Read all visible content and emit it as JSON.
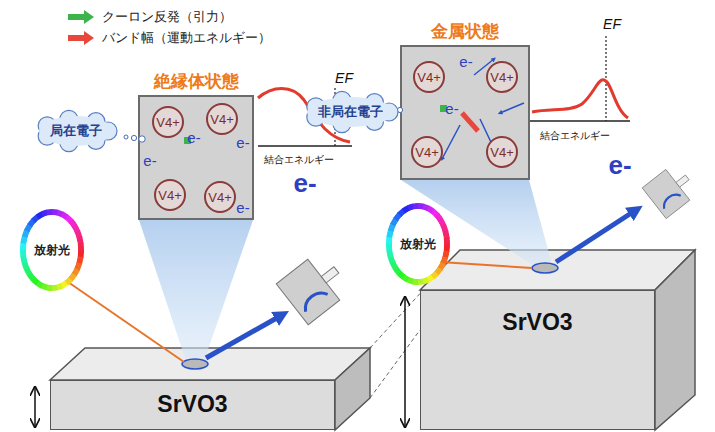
{
  "diagram": {
    "nodes": [
      {
        "text": [
          "絶縁体状態"
        ]
      },
      {
        "text": [
          "V4+"
        ],
        "in": 0
      },
      {
        "text": [
          "V4+"
        ],
        "in": 0
      },
      {
        "text": [
          "V4+"
        ],
        "in": 0
      },
      {
        "text": [
          "V4+"
        ],
        "in": 0
      },
      {
        "text": [
          "局在電子"
        ]
      },
      {
        "text": [
          "放射光"
        ]
      },
      {
        "text": [
          "SrVO3"
        ]
      },
      {
        "text": [
          "金属状態"
        ]
      },
      {
        "text": [
          "V4+"
        ],
        "in": 8
      },
      {
        "text": [
          "V4+"
        ],
        "in": 8
      },
      {
        "text": [
          "V4+"
        ],
        "in": 8
      },
      {
        "text": [
          "V4+"
        ],
        "in": 8
      },
      {
        "text": [
          "非局在電子"
        ]
      },
      {
        "text": [
          "放射光"
        ]
      },
      {
        "text": [
          "SrVO3"
        ]
      }
    ],
    "labels": [
      "e-",
      "e-",
      "e-",
      "e-",
      "EF",
      "結合エネルギー",
      "e-",
      "e-",
      "e-",
      "EF",
      "結合エネルギー",
      "e-"
    ],
    "legend": [
      {
        "text": "クーロン反発（引力）",
        "color": "#3cb44b"
      },
      {
        "text": "バンド幅（運動エネルギー）",
        "color": "#e8473c"
      }
    ]
  }
}
